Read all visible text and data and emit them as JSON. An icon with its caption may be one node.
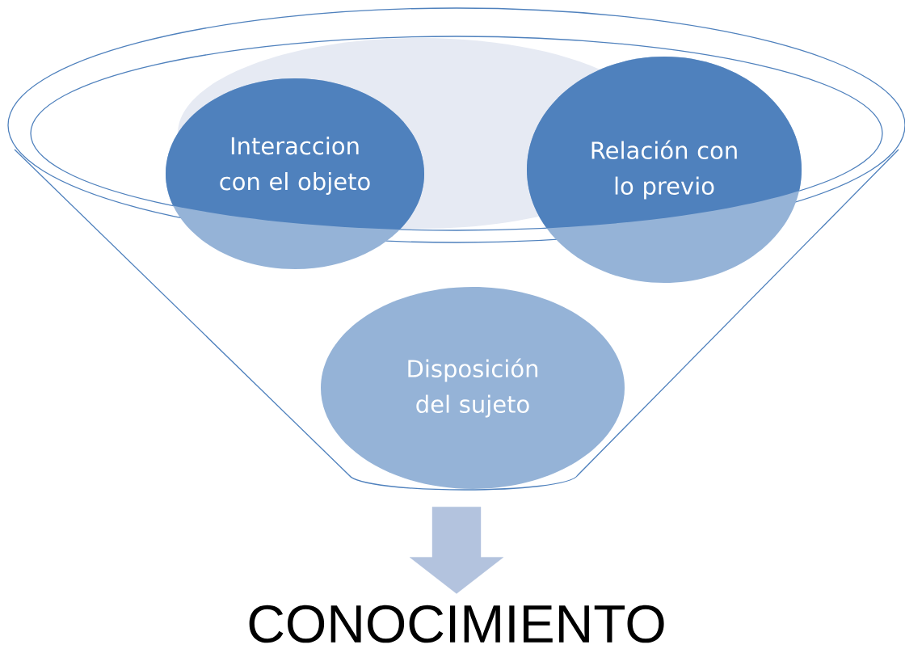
{
  "diagram": {
    "nodes": [
      {
        "text": [],
        "shape": "funnel"
      },
      {
        "text": [
          "Interaccion con el objeto"
        ],
        "in": 0
      },
      {
        "text": [
          "Relación con lo previo"
        ],
        "in": 0
      },
      {
        "text": [
          "Disposición del sujeto"
        ],
        "in": 0
      },
      {
        "text": [
          "CONOCIMIENTO"
        ]
      }
    ],
    "edges": [
      {
        "from": 0,
        "to": 4,
        "arrow": "to",
        "style": "thick",
        "color": "#b3c3de"
      }
    ]
  }
}
